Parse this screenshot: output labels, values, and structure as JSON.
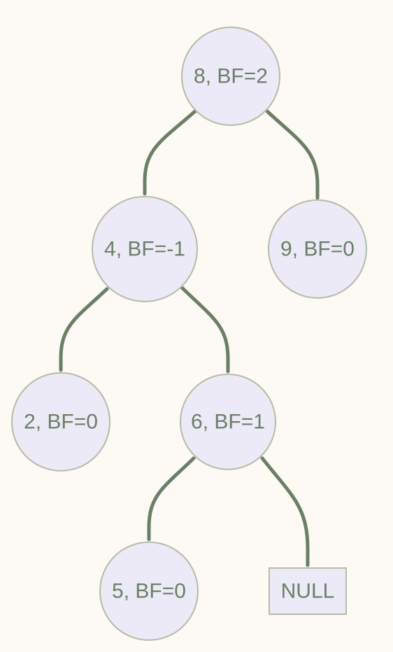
{
  "diagram": {
    "colors": {
      "background": "#fdf9f4",
      "edge": "#6b7f66",
      "node_fill": "#eceaf6",
      "node_stroke": "#b4bca9",
      "label": "#6b7f66"
    },
    "nodes": [
      {
        "id": "n8",
        "shape": "circle",
        "label": "8, BF=2"
      },
      {
        "id": "n4",
        "shape": "circle",
        "label": "4, BF=-1"
      },
      {
        "id": "n9",
        "shape": "circle",
        "label": "9, BF=0"
      },
      {
        "id": "n2",
        "shape": "circle",
        "label": "2, BF=0"
      },
      {
        "id": "n6",
        "shape": "circle",
        "label": "6, BF=1"
      },
      {
        "id": "n5",
        "shape": "circle",
        "label": "5, BF=0"
      },
      {
        "id": "nnull",
        "shape": "rect",
        "label": "NULL"
      }
    ],
    "edges": [
      {
        "from": "n8",
        "to": "n4"
      },
      {
        "from": "n8",
        "to": "n9"
      },
      {
        "from": "n4",
        "to": "n2"
      },
      {
        "from": "n4",
        "to": "n6"
      },
      {
        "from": "n6",
        "to": "n5"
      },
      {
        "from": "n6",
        "to": "nnull"
      }
    ]
  }
}
